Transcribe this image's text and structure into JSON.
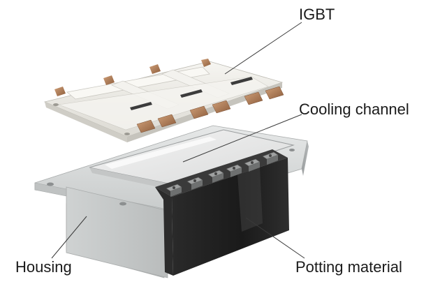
{
  "labels": {
    "igbt": "IGBT",
    "cooling_channel": "Cooling channel",
    "housing": "Housing",
    "potting_material": "Potting material"
  },
  "colors": {
    "leader_line": "#3a3a3a",
    "copper_terminal": "#b0805a",
    "igbt_body": "#eceae4",
    "housing_metal": "#d3d5d5",
    "cooling_cavity": "#ececec",
    "potting": "#1f1f1f"
  }
}
